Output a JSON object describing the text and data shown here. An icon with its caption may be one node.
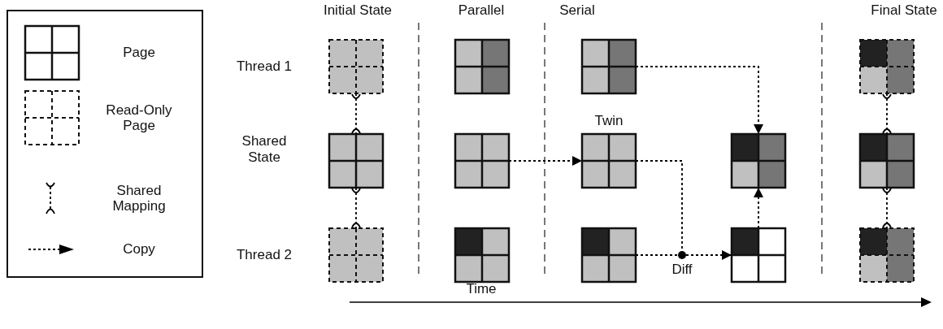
{
  "diagram": {
    "nodes": [
      {
        "text": [],
        "shape": "box"
      },
      {
        "text": [],
        "shape": "box"
      },
      {
        "text": [],
        "shape": "box"
      },
      {
        "text": [],
        "shape": "box"
      },
      {
        "text": [],
        "shape": "box"
      },
      {
        "text": [],
        "shape": "box"
      },
      {
        "text": [],
        "shape": "box"
      },
      {
        "text": [],
        "shape": "box",
        "beside": [
          "Twin"
        ]
      },
      {
        "text": [],
        "shape": "box"
      },
      {
        "text": [],
        "shape": "circle",
        "beside": [
          "Diff"
        ]
      },
      {
        "text": [],
        "shape": "box"
      },
      {
        "text": [],
        "shape": "box"
      },
      {
        "text": [],
        "shape": "box"
      },
      {
        "text": [],
        "shape": "box"
      },
      {
        "text": [],
        "shape": "box"
      }
    ],
    "edges": [
      {
        "from": 0,
        "to": 1,
        "arrow": "other"
      },
      {
        "from": 1,
        "to": 2,
        "arrow": "other"
      },
      {
        "from": 4,
        "to": 7,
        "arrow": "to"
      },
      {
        "from": 6,
        "to": 10,
        "arrow": "to"
      },
      {
        "from": 7,
        "to": 9,
        "arrow": "none"
      },
      {
        "from": 8,
        "to": 9,
        "arrow": "none"
      },
      {
        "from": 9,
        "to": 11,
        "arrow": "to"
      },
      {
        "from": 11,
        "to": 10,
        "arrow": "to"
      },
      {
        "from": 12,
        "to": 13,
        "arrow": "other"
      },
      {
        "from": 13,
        "to": 14,
        "arrow": "other"
      }
    ],
    "labels": [
      "Initial State",
      "Parallel",
      "Serial",
      "Final State",
      "Thread 1",
      "Shared State",
      "Thread 2",
      "Time"
    ],
    "legend": [
      {
        "text": "Page"
      },
      {
        "text": "Read-Only Page"
      },
      {
        "text": "Shared Mapping"
      },
      {
        "text": "Copy"
      }
    ]
  }
}
